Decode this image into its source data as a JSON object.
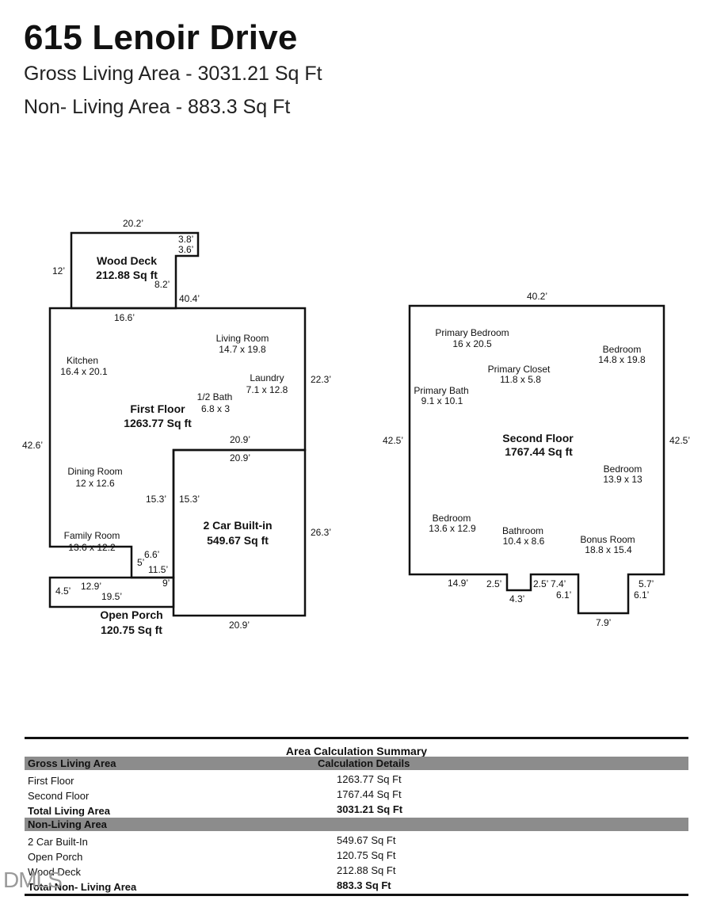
{
  "header": {
    "title": "615 Lenoir Drive",
    "gross_line": "Gross Living Area - 3031.21 Sq Ft",
    "nonliving_line": "Non- Living Area - 883.3 Sq Ft"
  },
  "first_floor": {
    "dims": {
      "deck_top": "20.2’",
      "deck_step_w": "3.8’",
      "deck_step_h": "3.6’",
      "deck_left": "12’",
      "deck_inner": "8.2’",
      "deck_bottom_right": "40.4’",
      "main_top_left": "16.6’",
      "main_right_upper": "22.3’",
      "main_left": "42.6’",
      "garage_top_outer": "20.9’",
      "garage_top_inner": "20.9’",
      "garage_left_outer": "15.3’",
      "garage_left_inner": "15.3’",
      "garage_right": "26.3’",
      "garage_bottom": "20.9’",
      "notch_top": "6.6’",
      "notch_left": "5’",
      "notch_right": "11.5’",
      "porch_inner_right": "9’",
      "porch_left": "4.5’",
      "porch_top": "12.9’",
      "porch_bottom": "19.5’"
    },
    "rooms": {
      "living_name": "Living Room",
      "living_size": "14.7 x 19.8",
      "kitchen_name": "Kitchen",
      "kitchen_size": "16.4 x 20.1",
      "laundry_name": "Laundry",
      "laundry_size": "7.1 x 12.8",
      "halfbath_name": "1/2 Bath",
      "halfbath_size": "6.8 x 3",
      "dining_name": "Dining Room",
      "dining_size": "12 x 12.6",
      "family_name": "Family Room",
      "family_size": "13.6 x 12.2"
    },
    "areas": {
      "deck_name": "Wood Deck",
      "deck_sqft": "212.88 Sq ft",
      "first_name": "First Floor",
      "first_sqft": "1263.77 Sq ft",
      "garage_name": "2 Car Built-in",
      "garage_sqft": "549.67 Sq ft",
      "porch_name": "Open Porch",
      "porch_sqft": "120.75 Sq ft"
    }
  },
  "second_floor": {
    "dims": {
      "top": "40.2’",
      "left": "42.5’",
      "right": "42.5’",
      "bottom_left": "14.9’",
      "bump_left": "2.5’",
      "bump_bottom": "4.3’",
      "bump_right": "2.5’",
      "mid_bottom": "7.4’",
      "ext_left": "6.1’",
      "ext_right": "6.1’",
      "bottom_right": "5.7’",
      "ext_bottom": "7.9’"
    },
    "rooms": {
      "primary_bed_name": "Primary Bedroom",
      "primary_bed_size": "16 x 20.5",
      "bed1_name": "Bedroom",
      "bed1_size": "14.8 x 19.8",
      "closet_name": "Primary Closet",
      "closet_size": "11.8 x 5.8",
      "primary_bath_name": "Primary Bath",
      "primary_bath_size": "9.1 x 10.1",
      "bed2_name": "Bedroom",
      "bed2_size": "13.9 x 13",
      "bed3_name": "Bedroom",
      "bed3_size": "13.6 x 12.9",
      "bath_name": "Bathroom",
      "bath_size": "10.4 x 8.6",
      "bonus_name": "Bonus Room",
      "bonus_size": "18.8 x 15.4"
    },
    "areas": {
      "name": "Second Floor",
      "sqft": "1767.44 Sq ft"
    }
  },
  "summary": {
    "caption": "Area Calculation Summary",
    "gross_header": "Gross Living Area",
    "details_header": "Calculation Details",
    "gross_rows": [
      {
        "label": "First Floor",
        "value": "1263.77 Sq Ft"
      },
      {
        "label": "Second Floor",
        "value": "1767.44 Sq Ft"
      }
    ],
    "gross_total": {
      "label": "Total Living Area",
      "value": "3031.21 Sq Ft"
    },
    "nonliving_header": "Non-Living Area",
    "nonliving_rows": [
      {
        "label": "2 Car Built-In",
        "value": "549.67 Sq Ft"
      },
      {
        "label": "Open Porch",
        "value": "120.75 Sq Ft"
      },
      {
        "label": "Wood Deck",
        "value": "212.88 Sq Ft"
      }
    ],
    "nonliving_total": {
      "label": "Total Non- Living Area",
      "value": "883.3 Sq Ft"
    }
  },
  "watermark": "DMLS"
}
